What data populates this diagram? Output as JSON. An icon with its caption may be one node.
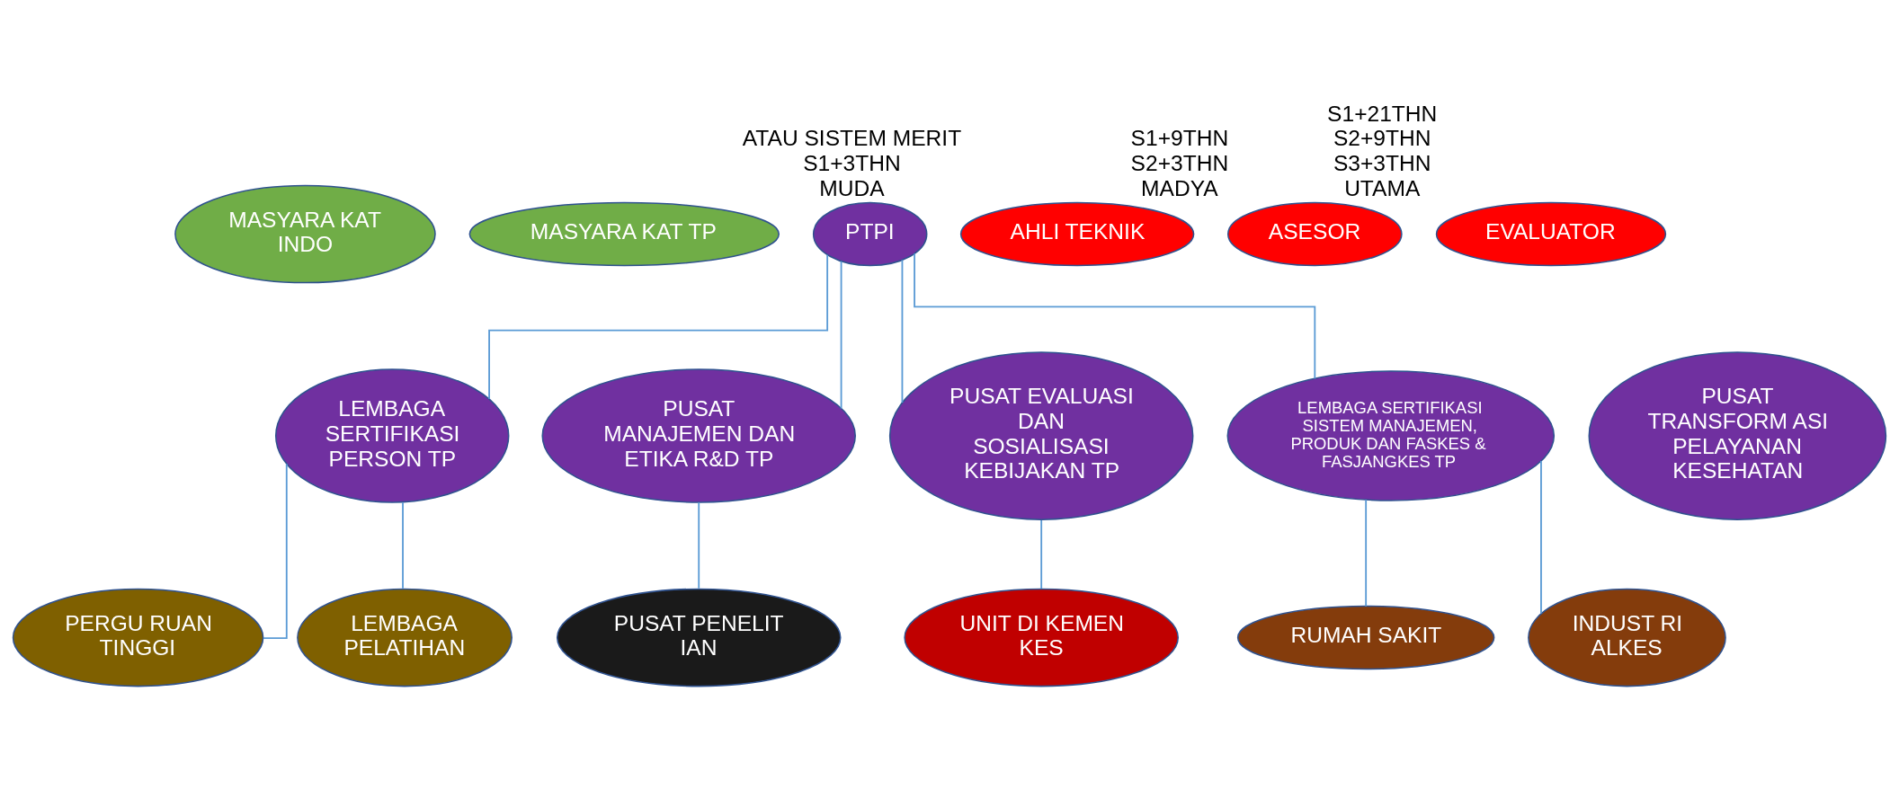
{
  "diagram": {
    "nodes": [
      {
        "text": [
          "MASYARA KAT INDO"
        ]
      },
      {
        "text": [
          "MASYARA KAT TP"
        ]
      },
      {
        "text": [
          "PTPI"
        ]
      },
      {
        "text": [
          "AHLI TEKNIK"
        ],
        "beside": [
          "ATAU SISTEM MERIT",
          "S1+3THN",
          "MUDA"
        ]
      },
      {
        "text": [
          "ASESOR"
        ],
        "beside": [
          "S1+9THN",
          "S2+3THN",
          "MADYA"
        ]
      },
      {
        "text": [
          "EVALUATOR"
        ],
        "beside": [
          "S1+21THN",
          "S2+9THN",
          "S3+3THN",
          "UTAMA"
        ]
      },
      {
        "text": [
          "LEMBAGA SERTIFIKASI PERSON TP"
        ]
      },
      {
        "text": [
          "PUSAT MANAJEMEN DAN ETIKA R&D TP"
        ]
      },
      {
        "text": [
          "PUSAT EVALUASI DAN SOSIALISASI KEBIJAKAN TP"
        ]
      },
      {
        "text": [
          "LEMBAGA SERTIFIKASI SISTEM MANAJEMEN, PRODUK DAN FASKES & FASJANGKES TP"
        ]
      },
      {
        "text": [
          "PUSAT TRANSFORM ASI PELAYANAN KESEHATAN"
        ]
      },
      {
        "text": [
          "PERGU RUAN TINGGI"
        ]
      },
      {
        "text": [
          "LEMBAGA PELATIHAN"
        ]
      },
      {
        "text": [
          "PUSAT PENELIT IAN"
        ]
      },
      {
        "text": [
          "UNIT DI KEMEN KES"
        ]
      },
      {
        "text": [
          "RUMAH SAKIT"
        ]
      },
      {
        "text": [
          "INDUST RI ALKES"
        ]
      }
    ],
    "edges": [
      {
        "from": 2,
        "to": 6,
        "arrow": "none"
      },
      {
        "from": 2,
        "to": 7,
        "arrow": "none"
      },
      {
        "from": 2,
        "to": 8,
        "arrow": "none"
      },
      {
        "from": 2,
        "to": 9,
        "arrow": "none"
      },
      {
        "from": 6,
        "to": 11,
        "arrow": "none"
      },
      {
        "from": 6,
        "to": 12,
        "arrow": "none"
      },
      {
        "from": 7,
        "to": 13,
        "arrow": "none"
      },
      {
        "from": 8,
        "to": 14,
        "arrow": "none"
      },
      {
        "from": 9,
        "to": 15,
        "arrow": "none"
      },
      {
        "from": 9,
        "to": 16,
        "arrow": "none"
      }
    ]
  }
}
